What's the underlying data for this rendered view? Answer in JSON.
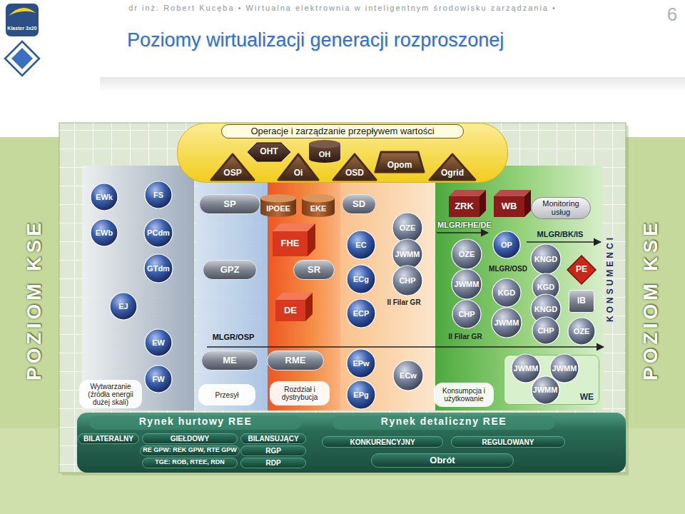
{
  "diagram": {
    "title": "Poziomy wirtualizacji generacji rozproszonej",
    "nodes": [
      {
        "text": [
          "Operacje i zarządzanie przepływem wartości"
        ]
      },
      {
        "text": [
          "OSP"
        ],
        "in": 0
      },
      {
        "text": [
          "OHT"
        ],
        "in": 0
      },
      {
        "text": [
          "Oi"
        ],
        "in": 0
      },
      {
        "text": [
          "OH"
        ],
        "in": 0
      },
      {
        "text": [
          "OSD"
        ],
        "in": 0
      },
      {
        "text": [
          "Opom"
        ],
        "in": 0
      },
      {
        "text": [
          "Ogrid"
        ],
        "in": 0
      },
      {
        "text": [
          "EWk"
        ]
      },
      {
        "text": [
          "FS"
        ]
      },
      {
        "text": [
          "SP"
        ]
      },
      {
        "text": [
          "IPOEE"
        ]
      },
      {
        "text": [
          "EKE"
        ]
      },
      {
        "text": [
          "SD"
        ]
      },
      {
        "text": [
          "ZRK"
        ]
      },
      {
        "text": [
          "WB"
        ]
      },
      {
        "text": [
          "Monitoring usług"
        ]
      },
      {
        "text": [
          "EWb"
        ]
      },
      {
        "text": [
          "PCdm"
        ]
      },
      {
        "text": [
          "FHE"
        ]
      },
      {
        "text": [
          "EC"
        ]
      },
      {
        "text": [
          "OZE"
        ]
      },
      {
        "text": [
          "JWMM"
        ]
      },
      {
        "text": [
          "CHP"
        ]
      },
      {
        "text": [
          "OZE"
        ]
      },
      {
        "text": [
          "OP"
        ]
      },
      {
        "text": [
          "JWMM"
        ]
      },
      {
        "text": [
          "KGD"
        ]
      },
      {
        "text": [
          "CHP"
        ]
      },
      {
        "text": [
          "JWMM"
        ]
      },
      {
        "text": [
          "KNGD"
        ]
      },
      {
        "text": [
          "PE"
        ]
      },
      {
        "text": [
          "KGD"
        ]
      },
      {
        "text": [
          "IB"
        ]
      },
      {
        "text": [
          "KNGD"
        ]
      },
      {
        "text": [
          "CHP"
        ]
      },
      {
        "text": [
          "OZE"
        ]
      },
      {
        "text": [
          "GTdm"
        ]
      },
      {
        "text": [
          "GPZ"
        ]
      },
      {
        "text": [
          "SR"
        ]
      },
      {
        "text": [
          "ECg"
        ]
      },
      {
        "text": [
          "EJ"
        ]
      },
      {
        "text": [
          "DE"
        ]
      },
      {
        "text": [
          "ECP"
        ]
      },
      {
        "text": [
          "EW"
        ]
      },
      {
        "text": [
          "ME"
        ]
      },
      {
        "text": [
          "RME"
        ]
      },
      {
        "text": [
          "EPw"
        ]
      },
      {
        "text": [
          "ECw"
        ]
      },
      {
        "text": [
          "FW"
        ]
      },
      {
        "text": [
          "EPg"
        ]
      },
      {
        "text": [
          "WE"
        ]
      },
      {
        "text": [
          "JWMM"
        ],
        "in": 51
      },
      {
        "text": [
          "JWMM"
        ],
        "in": 51
      },
      {
        "text": [
          "JWMM"
        ],
        "in": 51
      },
      {
        "text": [
          "Wytwarzanie (źródła energii dużej skali)"
        ]
      },
      {
        "text": [
          "Przesył"
        ]
      },
      {
        "text": [
          "Rozdział i dystrybucja"
        ]
      },
      {
        "text": [
          "Konsumpcja i użytkowanie"
        ]
      },
      {
        "text": [
          "Rynek hurtowy REE"
        ]
      },
      {
        "text": [
          "BILATERALNY"
        ],
        "in": 59
      },
      {
        "text": [
          "GIEŁDOWY"
        ],
        "in": 59
      },
      {
        "text": [
          "BILANSUJĄCY"
        ],
        "in": 59
      },
      {
        "text": [
          "RE GPW: REK GPW, RTE GPW"
        ],
        "in": 59
      },
      {
        "text": [
          "RGP"
        ],
        "in": 59
      },
      {
        "text": [
          "TGE: ROB, RTEE, RDN"
        ],
        "in": 59
      },
      {
        "text": [
          "RDP"
        ],
        "in": 59
      },
      {
        "text": [
          "Rynek detaliczny REE"
        ]
      },
      {
        "text": [
          "KONKURENCYJNY"
        ],
        "in": 67
      },
      {
        "text": [
          "REGULOWANY"
        ],
        "in": 67
      },
      {
        "text": [
          "Obrót"
        ],
        "in": 67
      }
    ],
    "labels": [
      "dr inż. Robert Kucęba • Wirtualna elektrownia w inteligentnym środowisku zarządzania •",
      "6",
      "Klaster 3x20",
      "POZIOM KSE",
      "POZIOM KSE",
      "KONSUMENCI",
      "MLGR/FHE/DE",
      "MLGR/OSD",
      "MLGR/BK/IS",
      "II Filar GR",
      "II Filar GR",
      "MLGR/OSP"
    ]
  }
}
